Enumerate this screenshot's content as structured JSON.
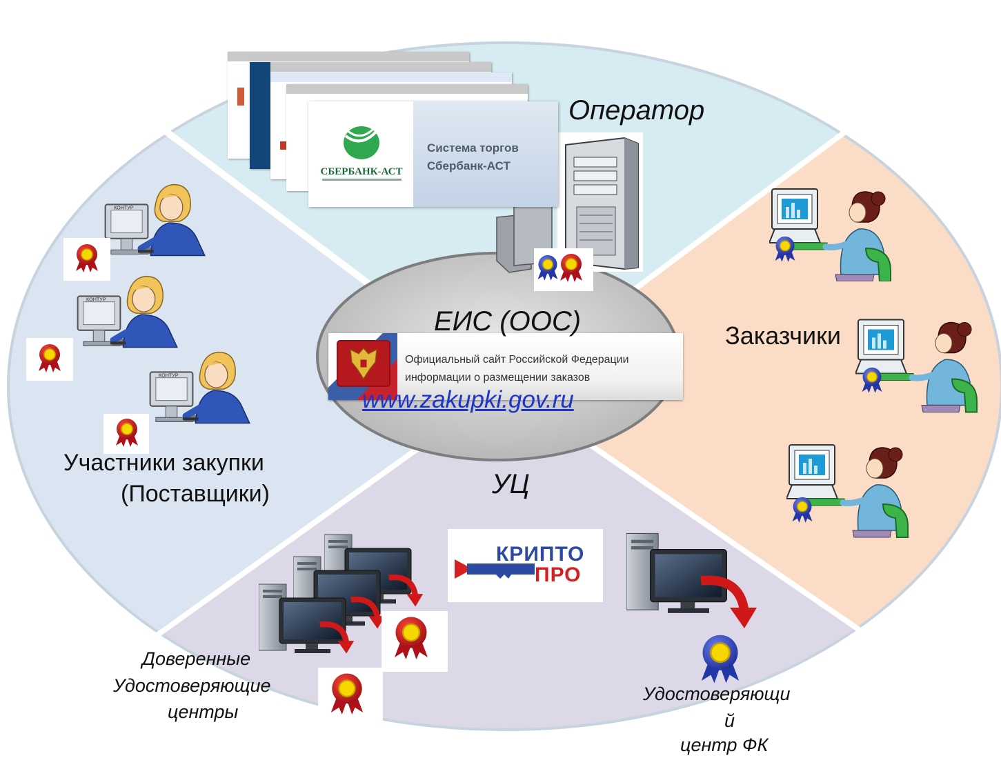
{
  "labels": {
    "operator": "Оператор",
    "customers": "Заказчики",
    "participants_line1": "Участники закупки",
    "participants_line2": "(Поставщики)",
    "uc": "УЦ",
    "eis": "ЕИС (ООС)",
    "eis_url": "www.zakupki.gov.ru",
    "trusted_line1": "Доверенные",
    "trusted_line2": "Удостоверяющие",
    "trusted_line3": "центры",
    "fk_line1": "Удостоверяющи",
    "fk_line2": "й",
    "fk_line3": "центр ФК"
  },
  "sber_card": {
    "logo_text": "СБЕРБАНК-АСТ",
    "title_line1": "Система торгов",
    "title_line2": "Сбербанк-АСТ"
  },
  "eis_banner": {
    "line1": "Официальный сайт Российской Федерации",
    "line2": "информации о размещении заказов"
  },
  "cryptopro": {
    "word1": "КРИПТО",
    "word2": "ПРО"
  },
  "monitor_brand": "КОНТУР",
  "colors": {
    "operator_sector": "#d6ecf2",
    "customers_sector": "#fbdcc6",
    "participants_sector": "#dbe4f1",
    "uc_sector": "#dcd8e8",
    "center_ellipse": "#c8c8c8",
    "url": "#1f35c7",
    "seal_red": "#c0141c",
    "seal_blue": "#2a3fb0",
    "seal_gold": "#f5d400"
  },
  "icons": [
    "seal-icon",
    "server-icon",
    "user-at-computer-icon",
    "desktop-computer-icon",
    "arrow-icon",
    "emblem-icon"
  ]
}
